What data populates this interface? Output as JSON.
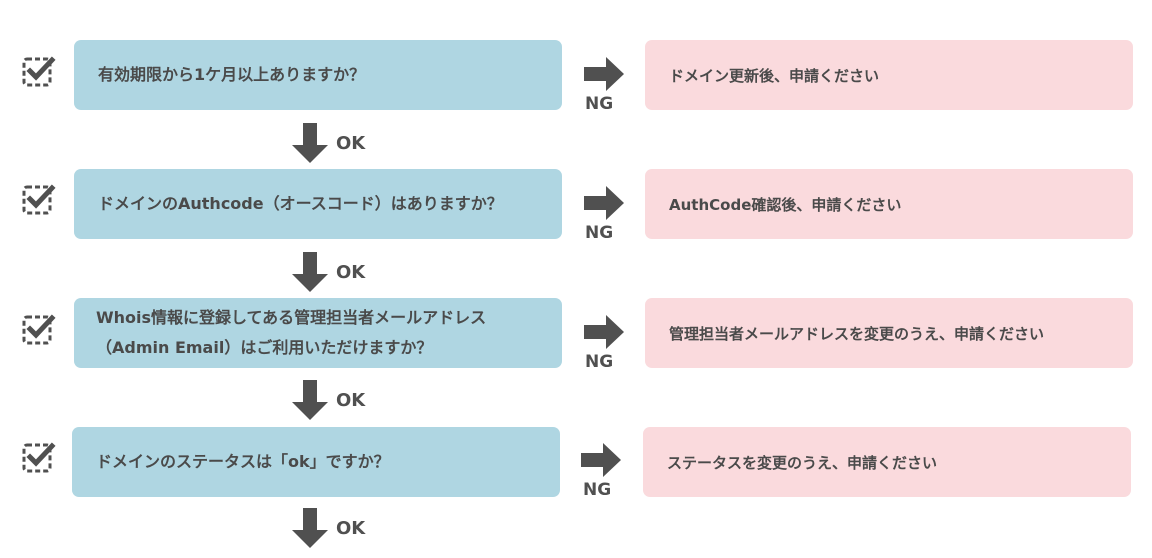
{
  "colors": {
    "question_box": "#afd6e2",
    "answer_box": "#fadadd",
    "arrow": "#505050",
    "text": "#4a4a4a"
  },
  "labels": {
    "ok": "OK",
    "ng": "NG"
  },
  "steps": [
    {
      "question": "有効期限から1ケ月以上ありますか？",
      "ng_action": "ドメイン更新後、申請ください"
    },
    {
      "question": "ドメインのAuthcode（オースコード）はありますか？",
      "ng_action": "AuthCode確認後、申請ください"
    },
    {
      "question_line1": "Whois情報に登録してある管理担当者メールアドレス",
      "question_line2": "（Admin Email）はご利用いただけますか？",
      "ng_action": "管理担当者メールアドレスを変更のうえ、申請ください"
    },
    {
      "question": "ドメインのステータスは「ok」ですか？",
      "ng_action": "ステータスを変更のうえ、申請ください"
    }
  ]
}
